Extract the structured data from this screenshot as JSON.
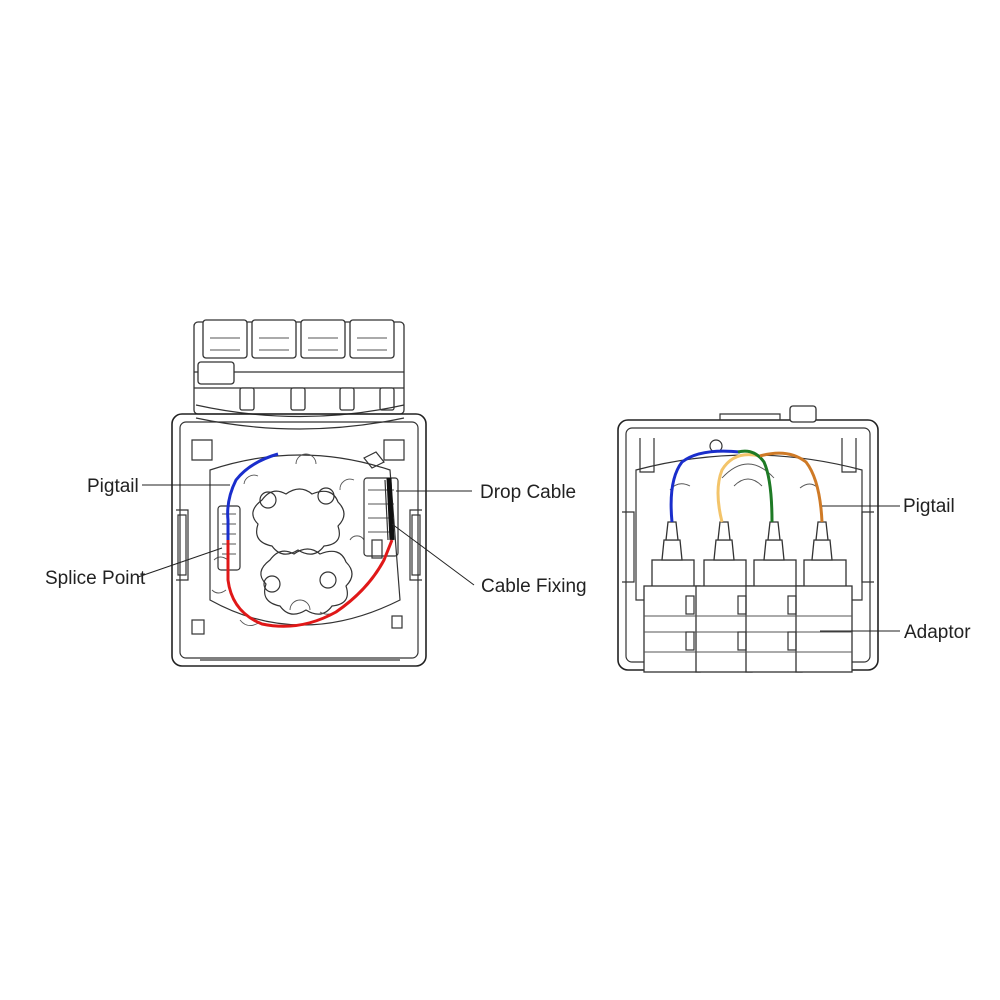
{
  "labels": {
    "pigtail_left": "Pigtail",
    "splice_point": "Splice Point",
    "drop_cable": "Drop Cable",
    "cable_fixing": "Cable Fixing",
    "pigtail_right": "Pigtail",
    "adaptor": "Adaptor"
  },
  "colors": {
    "fiber_blue": "#1a2ecc",
    "fiber_red": "#e01818",
    "fiber_yellow": "#f3c46a",
    "fiber_green": "#1e7a25",
    "fiber_orange": "#cf7a26",
    "drop_cable": "#111111"
  }
}
